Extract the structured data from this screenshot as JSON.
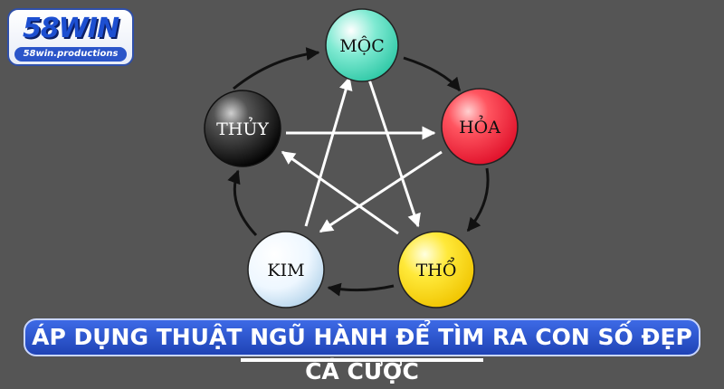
{
  "logo": {
    "main": "58WIN",
    "sub": "58win.productions"
  },
  "elements": {
    "moc": "MỘC",
    "hoa": "HỎA",
    "tho": "THỔ",
    "kim": "KIM",
    "thuy": "THỦY"
  },
  "colors": {
    "background": "#555555",
    "moc": "#4fe0c0",
    "hoa": "#f02a3a",
    "tho": "#f5d800",
    "kim": "#e8f4ff",
    "thuy": "#000000",
    "arrow_generating": "#111111",
    "arrow_controlling": "#ffffff",
    "banner": "#2a52cc"
  },
  "banner": {
    "text": "ÁP DỤNG THUẬT NGŨ HÀNH ĐỂ TÌM RA CON SỐ ĐẸP CÁ CƯỢC"
  }
}
